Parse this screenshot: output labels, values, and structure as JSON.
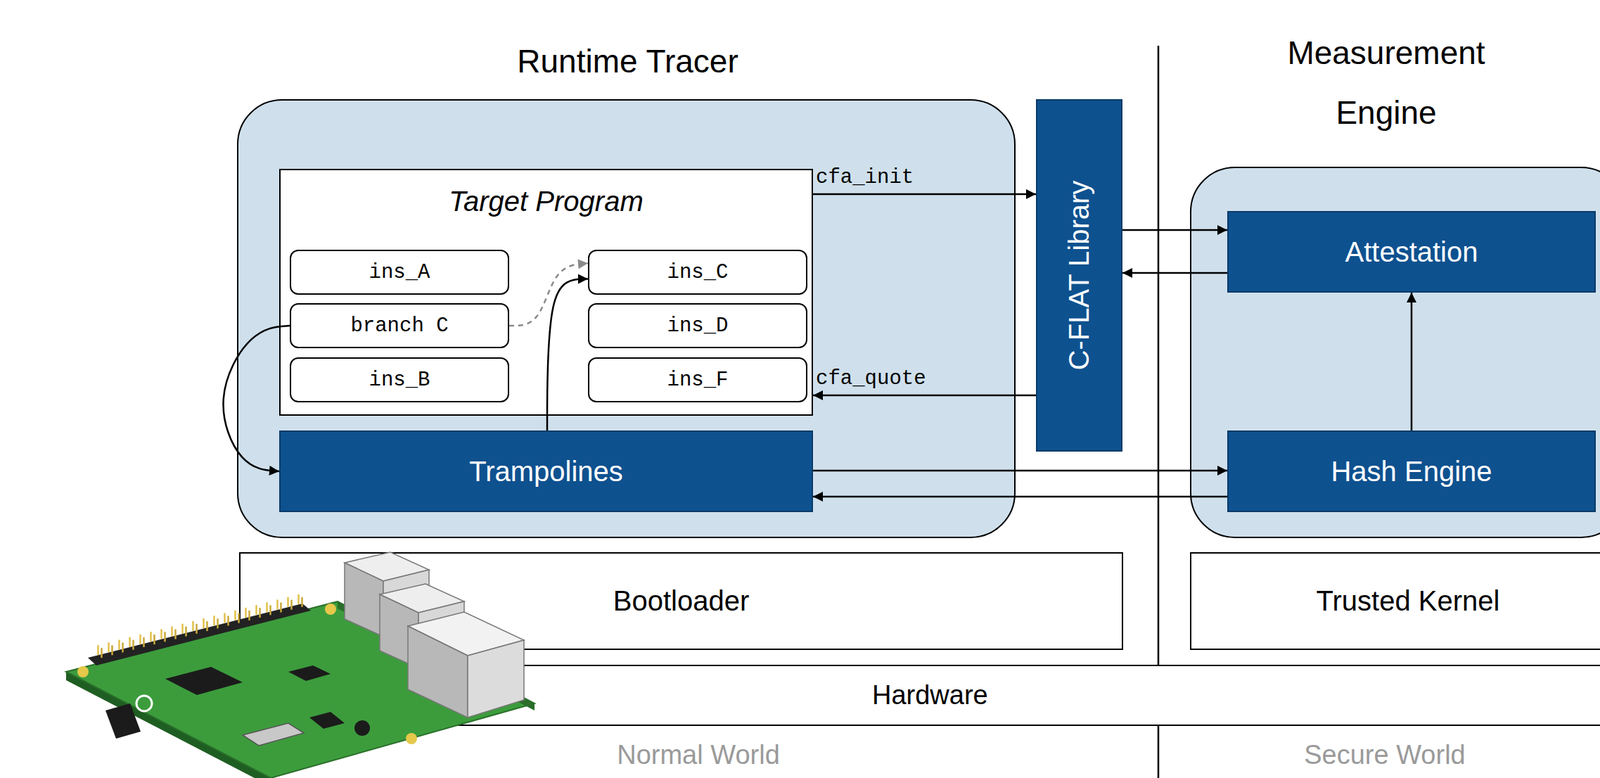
{
  "diagram": {
    "nodes": [
      {
        "text": [
          "Runtime Tracer"
        ]
      },
      {
        "text": [
          "Target Program"
        ],
        "in": 0
      },
      {
        "text": [
          "ins_A"
        ],
        "in": 1
      },
      {
        "text": [
          "branch C"
        ],
        "in": 1
      },
      {
        "text": [
          "ins_B"
        ],
        "in": 1
      },
      {
        "text": [
          "ins_C"
        ],
        "in": 1
      },
      {
        "text": [
          "ins_D"
        ],
        "in": 1
      },
      {
        "text": [
          "ins_F"
        ],
        "in": 1
      },
      {
        "text": [
          "Trampolines"
        ],
        "in": 0
      },
      {
        "text": [
          "C-FLAT Library"
        ]
      },
      {
        "text": [
          "Measurement Engine"
        ]
      },
      {
        "text": [
          "Attestation"
        ],
        "in": 10
      },
      {
        "text": [
          "Hash Engine"
        ],
        "in": 10
      },
      {
        "text": [
          "Bootloader"
        ]
      },
      {
        "text": [
          "Trusted Kernel"
        ]
      },
      {
        "text": [
          "Hardware"
        ]
      }
    ],
    "edges": [
      {
        "from": 1,
        "to": 9,
        "label": "cfa_init",
        "arrow": "to"
      },
      {
        "from": 9,
        "to": 1,
        "label": "cfa_quote",
        "arrow": "to"
      },
      {
        "from": 3,
        "to": 5,
        "arrow": "to"
      },
      {
        "from": 3,
        "to": 8,
        "arrow": "to"
      },
      {
        "from": 8,
        "to": 5,
        "arrow": "to"
      },
      {
        "from": 9,
        "to": 11,
        "arrow": "to"
      },
      {
        "from": 11,
        "to": 9,
        "arrow": "to"
      },
      {
        "from": 12,
        "to": 11,
        "arrow": "to"
      },
      {
        "from": 8,
        "to": 12,
        "arrow": "to"
      },
      {
        "from": 12,
        "to": 8,
        "arrow": "to"
      }
    ],
    "labels": [
      "Normal World",
      "Secure World"
    ]
  }
}
